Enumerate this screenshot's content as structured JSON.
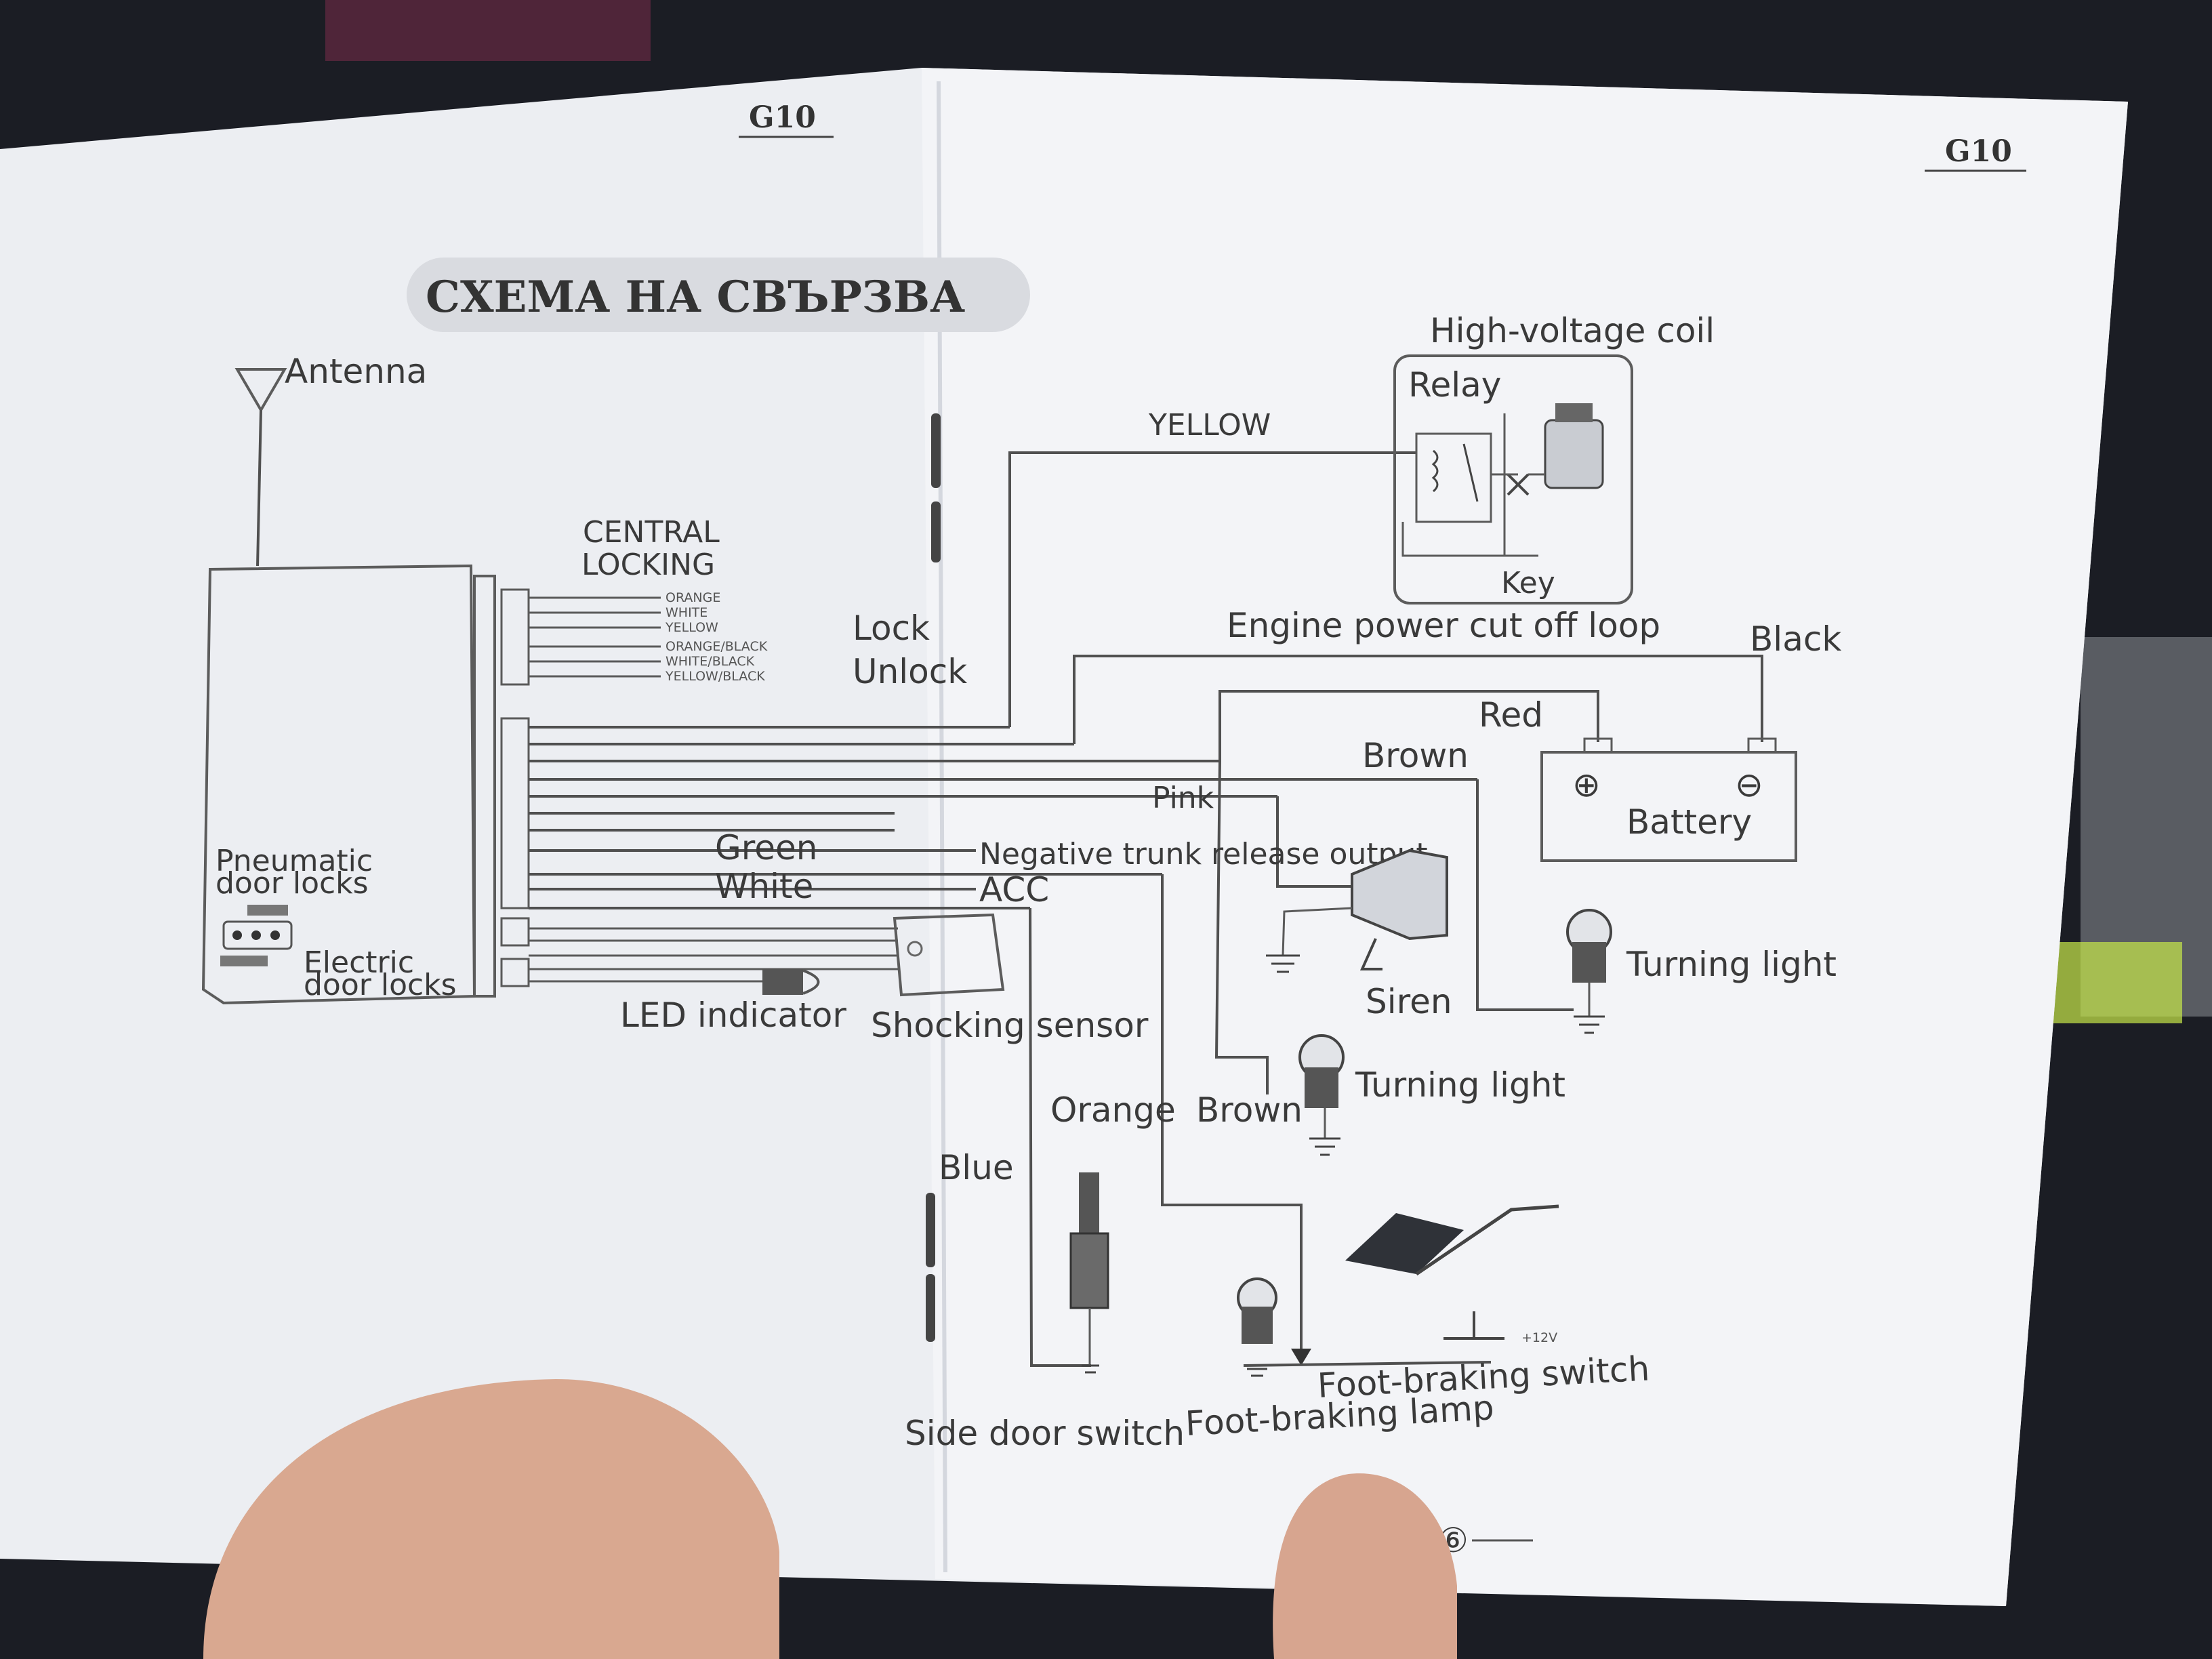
{
  "page": {
    "header_left": "G10",
    "header_right": "G10",
    "title": "СХЕМА НА СВЪРЗВА",
    "page_number": "⑥"
  },
  "labels": {
    "antenna": "Antenna",
    "central_locking_1": "CENTRAL",
    "central_locking_2": "LOCKING",
    "lock_wires": [
      "ORANGE",
      "WHITE",
      "YELLOW",
      "ORANGE/BLACK",
      "WHITE/BLACK",
      "YELLOW/BLACK"
    ],
    "lock": "Lock",
    "unlock": "Unlock",
    "yellow": "YELLOW",
    "high_voltage_coil": "High-voltage coil",
    "relay": "Relay",
    "key": "Key",
    "engine_cut": "Engine power cut off loop",
    "black": "Black",
    "red": "Red",
    "brown_top": "Brown",
    "battery": "Battery",
    "plus": "⊕",
    "minus": "⊖",
    "pink": "Pink",
    "green": "Green",
    "white": "White",
    "neg_trunk": "Negative trunk release output",
    "acc": "ACC",
    "pneumatic_1": "Pneumatic",
    "pneumatic_2": "door locks",
    "electric_1": "Electric",
    "electric_2": "door locks",
    "led": "LED indicator",
    "shock": "Shocking sensor",
    "siren": "Siren",
    "turn_right": "Turning light",
    "turn_mid": "Turning light",
    "orange": "Orange",
    "brown_bottom": "Brown",
    "blue": "Blue",
    "side_door": "Side door switch",
    "foot_lamp": "Foot-braking lamp",
    "foot_switch": "Foot-braking switch",
    "plus12": "+12V"
  },
  "colors": {
    "paper": "#eef0f4",
    "ink": "#3a3a3a",
    "background": "#1b1d24"
  }
}
